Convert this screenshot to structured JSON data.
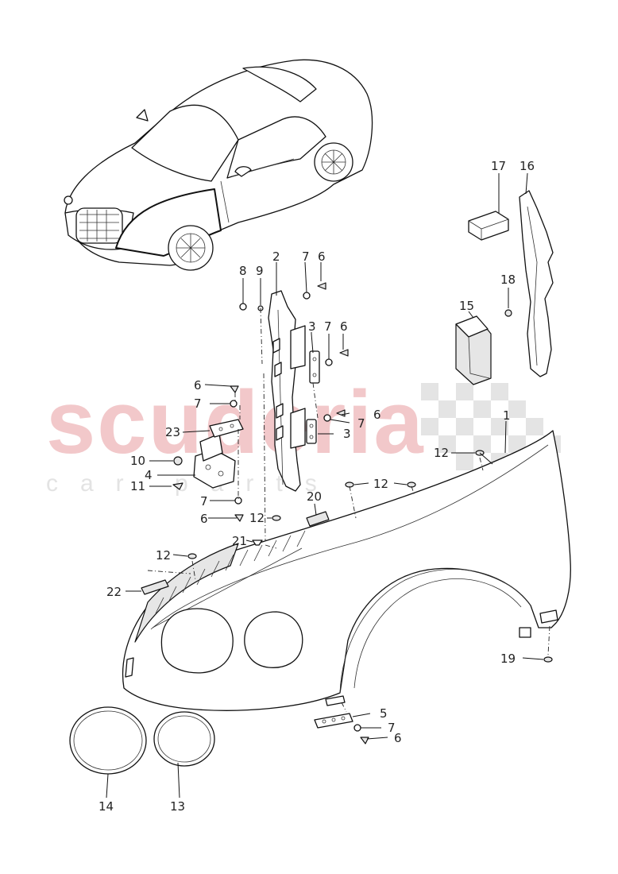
{
  "watermark": {
    "main": "scuderia",
    "sub": "car parts"
  },
  "callouts": [
    {
      "id": "c1",
      "label": "1"
    },
    {
      "id": "c2",
      "label": "2"
    },
    {
      "id": "c3a",
      "label": "3"
    },
    {
      "id": "c3b",
      "label": "3"
    },
    {
      "id": "c4",
      "label": "4"
    },
    {
      "id": "c5",
      "label": "5"
    },
    {
      "id": "c6a",
      "label": "6"
    },
    {
      "id": "c6b",
      "label": "6"
    },
    {
      "id": "c6c",
      "label": "6"
    },
    {
      "id": "c6d",
      "label": "6"
    },
    {
      "id": "c6e",
      "label": "6"
    },
    {
      "id": "c6f",
      "label": "6"
    },
    {
      "id": "c7a",
      "label": "7"
    },
    {
      "id": "c7b",
      "label": "7"
    },
    {
      "id": "c7c",
      "label": "7"
    },
    {
      "id": "c7d",
      "label": "7"
    },
    {
      "id": "c7e",
      "label": "7"
    },
    {
      "id": "c7f",
      "label": "7"
    },
    {
      "id": "c8",
      "label": "8"
    },
    {
      "id": "c9",
      "label": "9"
    },
    {
      "id": "c10",
      "label": "10"
    },
    {
      "id": "c11",
      "label": "11"
    },
    {
      "id": "c12a",
      "label": "12"
    },
    {
      "id": "c12b",
      "label": "12"
    },
    {
      "id": "c12c",
      "label": "12"
    },
    {
      "id": "c12d",
      "label": "12"
    },
    {
      "id": "c13",
      "label": "13"
    },
    {
      "id": "c14",
      "label": "14"
    },
    {
      "id": "c15",
      "label": "15"
    },
    {
      "id": "c16",
      "label": "16"
    },
    {
      "id": "c17",
      "label": "17"
    },
    {
      "id": "c18",
      "label": "18"
    },
    {
      "id": "c19",
      "label": "19"
    },
    {
      "id": "c20",
      "label": "20"
    },
    {
      "id": "c21",
      "label": "21"
    },
    {
      "id": "c22",
      "label": "22"
    },
    {
      "id": "c23",
      "label": "23"
    }
  ]
}
